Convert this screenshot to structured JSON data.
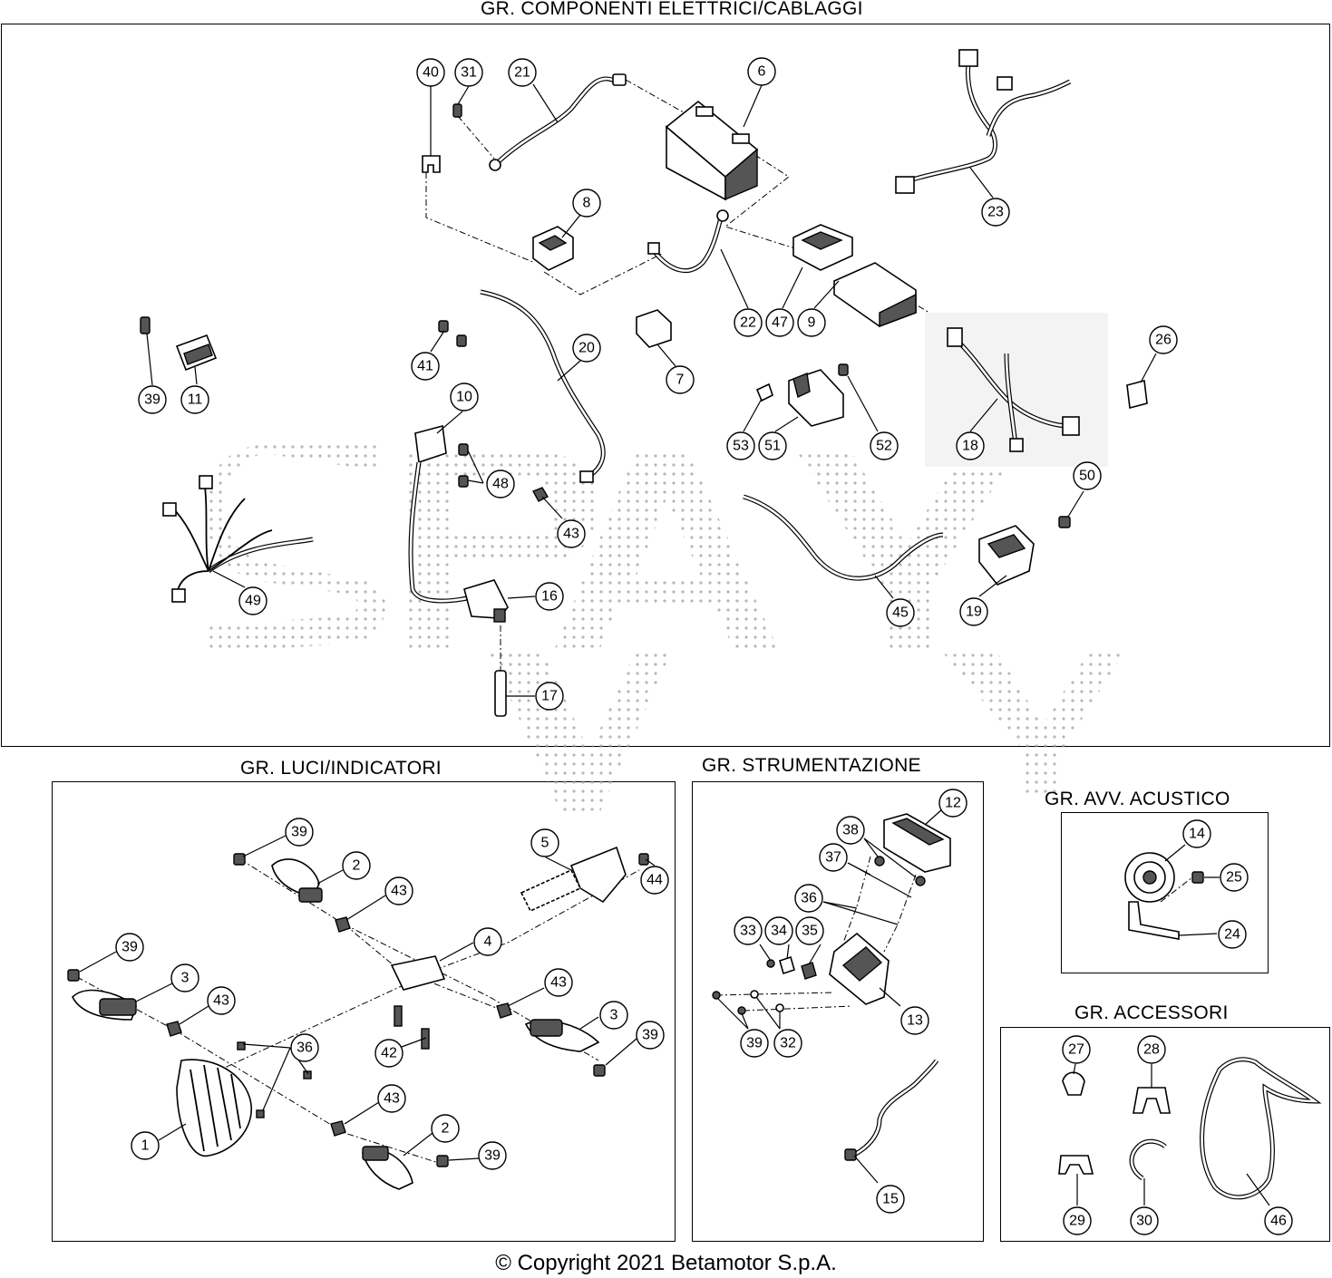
{
  "sections": {
    "electrical": {
      "title": "GR. COMPONENTI ELETTRICI/CABLAGGI"
    },
    "lights": {
      "title": "GR. LUCI/INDICATORI"
    },
    "instruments": {
      "title": "GR. STRUMENTAZIONE"
    },
    "horn": {
      "title": "GR. AVV. ACUSTICO"
    },
    "accessories": {
      "title": "GR. ACCESSORI"
    }
  },
  "copyright": "© Copyright 2021 Betamotor S.p.A.",
  "callouts": {
    "electrical": [
      "40",
      "31",
      "21",
      "6",
      "8",
      "22",
      "47",
      "9",
      "23",
      "41",
      "20",
      "7",
      "26",
      "39",
      "11",
      "10",
      "53",
      "51",
      "52",
      "18",
      "48",
      "43",
      "50",
      "49",
      "16",
      "45",
      "19",
      "17"
    ],
    "lights": [
      "39",
      "2",
      "43",
      "5",
      "44",
      "4",
      "39",
      "3",
      "43",
      "36",
      "43",
      "42",
      "3",
      "39",
      "43",
      "2",
      "39",
      "1"
    ],
    "instruments": [
      "12",
      "38",
      "37",
      "36",
      "33",
      "34",
      "35",
      "13",
      "39",
      "32",
      "15"
    ],
    "horn": [
      "14",
      "25",
      "24"
    ],
    "accessories": [
      "27",
      "28",
      "29",
      "30",
      "46"
    ]
  }
}
